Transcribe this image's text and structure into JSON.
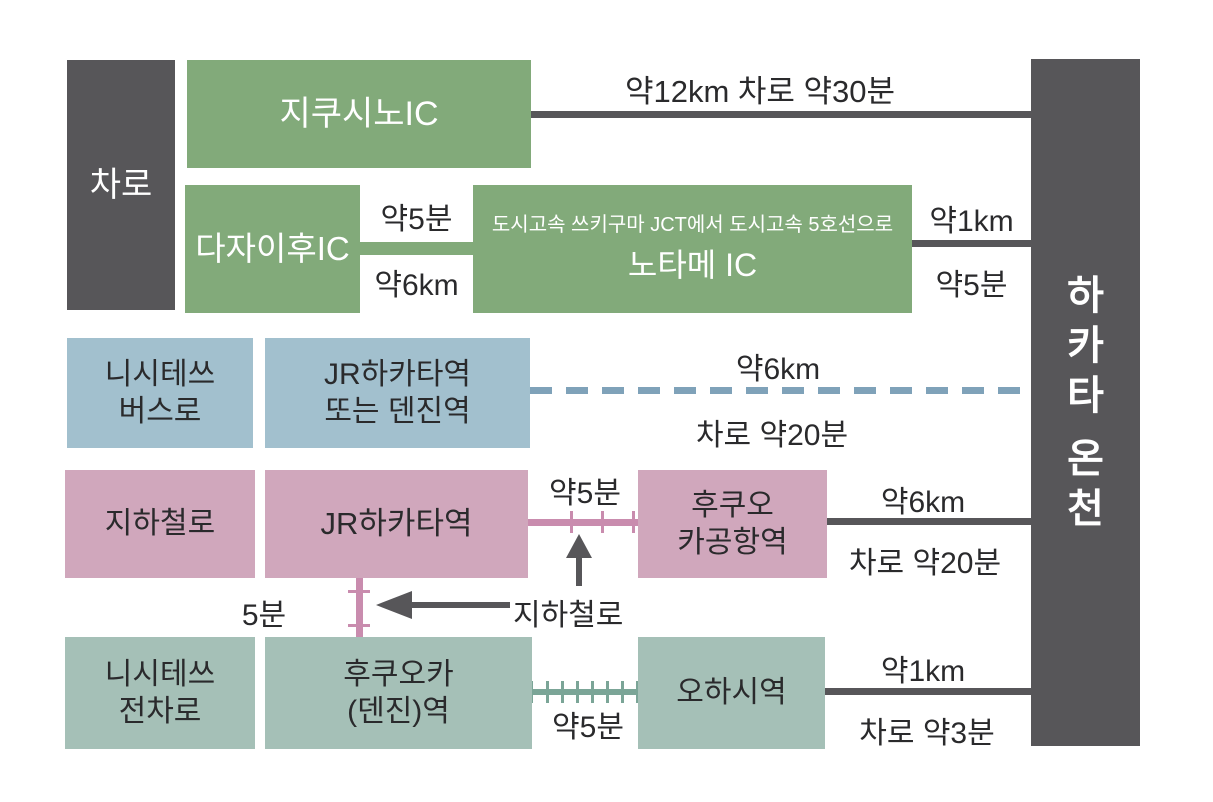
{
  "destination": {
    "text": "하카타 온천",
    "chars": [
      "하",
      "카",
      "타",
      "온",
      "천"
    ]
  },
  "modes": {
    "car": "차로",
    "bus_line1": "니시테쓰",
    "bus_line2": "버스로",
    "subway": "지하철로",
    "tram_line1": "니시테쓰",
    "tram_line2": "전차로"
  },
  "stations": {
    "chikushino": "지쿠시노IC",
    "dazaifu": "다자이후IC",
    "jct_note": "도시고속 쓰키구마 JCT에서 도시고속 5호선으로",
    "notame": "노타메 IC",
    "bus_station_line1": "JR하카타역",
    "bus_station_line2": "또는 덴진역",
    "jr_hakata": "JR하카타역",
    "airport_line1": "후쿠오",
    "airport_line2": "카공항역",
    "fukuoka_tenjin_line1": "후쿠오카",
    "fukuoka_tenjin_line2": "(덴진)역",
    "ohashi": "오하시역"
  },
  "labels": {
    "route_top": "약12km 차로 약30분",
    "dazaifu_gap_time": "약5분",
    "dazaifu_gap_dist": "약6km",
    "notame_dist": "약1km",
    "notame_time": "약5분",
    "bus_dist": "약6km",
    "bus_time": "차로 약20분",
    "subway_ride_time": "약5분",
    "airport_dist": "약6km",
    "airport_time": "차로 약20분",
    "transfer_time": "5분",
    "subway_note": "지하철로",
    "tram_ride_time": "약5분",
    "ohashi_dist": "약1km",
    "ohashi_time": "차로 약3분"
  },
  "colors": {
    "dark": "#575659",
    "green": "#82AA7A",
    "blue": "#A2C0CE",
    "pink": "#D0A7BC",
    "teal": "#A5C0B7",
    "pink_line": "#C98CAE",
    "teal_line": "#7BA597",
    "blue_dash": "#7FA2B9",
    "label_text": "#2A2A2C"
  }
}
